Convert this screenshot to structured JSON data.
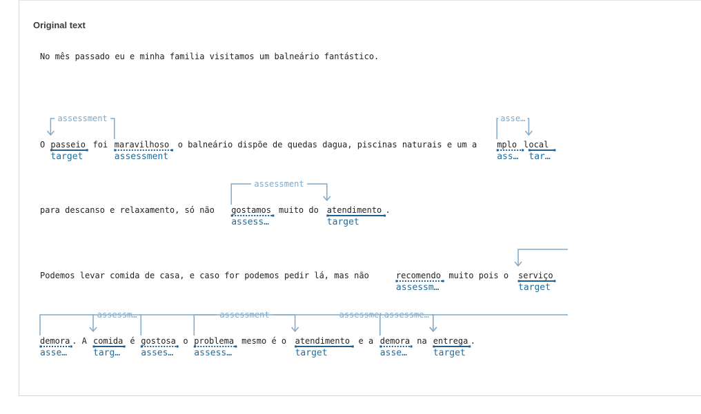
{
  "section_title": "Original text",
  "plain_sentence": "No mês passado eu e minha familia visitamos um balneário fantástico.",
  "colors": {
    "arc": "#7fa8c9",
    "label": "#1f6c9c",
    "underline": "#1f5f8f"
  },
  "lines": [
    {
      "text": "O passeio foi maravilhoso o balneário dispõe de quedas dagua, piscinas naturais e um amplo local",
      "spans": [
        {
          "start": 2,
          "end": 9,
          "label": "target",
          "style": "solid"
        },
        {
          "start": 14,
          "end": 25,
          "label": "assessment",
          "style": "dotted"
        },
        {
          "start": 86,
          "end": 91,
          "label": "ass…",
          "style": "dotted"
        },
        {
          "start": 92,
          "end": 97,
          "label": "tar…",
          "style": "solid"
        }
      ],
      "arcs": [
        {
          "label": "assessment",
          "from": 14,
          "to": 2
        },
        {
          "label": "asse…",
          "from": 86,
          "to": 92
        }
      ]
    },
    {
      "text": "para descanso e relaxamento, só não gostamos muito do atendimento.",
      "spans": [
        {
          "start": 36,
          "end": 44,
          "label": "assess…",
          "style": "dotted"
        },
        {
          "start": 54,
          "end": 65,
          "label": "target",
          "style": "solid"
        }
      ],
      "arcs": [
        {
          "label": "assessment",
          "from": 36,
          "to": 54
        }
      ]
    },
    {
      "text": "Podemos levar comida de casa, e caso for podemos pedir lá, mas não recomendo muito pois o serviço",
      "spans": [
        {
          "start": 67,
          "end": 76,
          "label": "assessm…",
          "style": "dotted"
        },
        {
          "start": 90,
          "end": 97,
          "label": "target",
          "style": "solid"
        }
      ],
      "arcs": [
        {
          "label": "",
          "from": 98.5,
          "to": 90,
          "continuation": true
        }
      ]
    },
    {
      "text": "demora. A comida é gostosa o problema mesmo é o atendimento e a demora na entrega.",
      "spans": [
        {
          "start": 0,
          "end": 6,
          "label": "asse…",
          "style": "dotted"
        },
        {
          "start": 10,
          "end": 16,
          "label": "targ…",
          "style": "solid"
        },
        {
          "start": 19,
          "end": 26,
          "label": "asses…",
          "style": "dotted"
        },
        {
          "start": 29,
          "end": 37,
          "label": "assess…",
          "style": "dotted"
        },
        {
          "start": 48,
          "end": 59,
          "label": "target",
          "style": "solid"
        },
        {
          "start": 64,
          "end": 70,
          "label": "asse…",
          "style": "dotted"
        },
        {
          "start": 74,
          "end": 81,
          "label": "target",
          "style": "solid"
        }
      ],
      "arcs": [
        {
          "label": "assessm…",
          "from": 19,
          "to": 10
        },
        {
          "label": "assessment",
          "from": 29,
          "to": 48
        },
        {
          "label": "assessment",
          "from": 64,
          "to": 74,
          "label_offset": -8
        },
        {
          "label": "assessme…",
          "from": 64,
          "to": 74
        },
        {
          "label": "",
          "from": 0,
          "to": 98.5,
          "continuation": true,
          "open_end": true
        }
      ]
    }
  ]
}
